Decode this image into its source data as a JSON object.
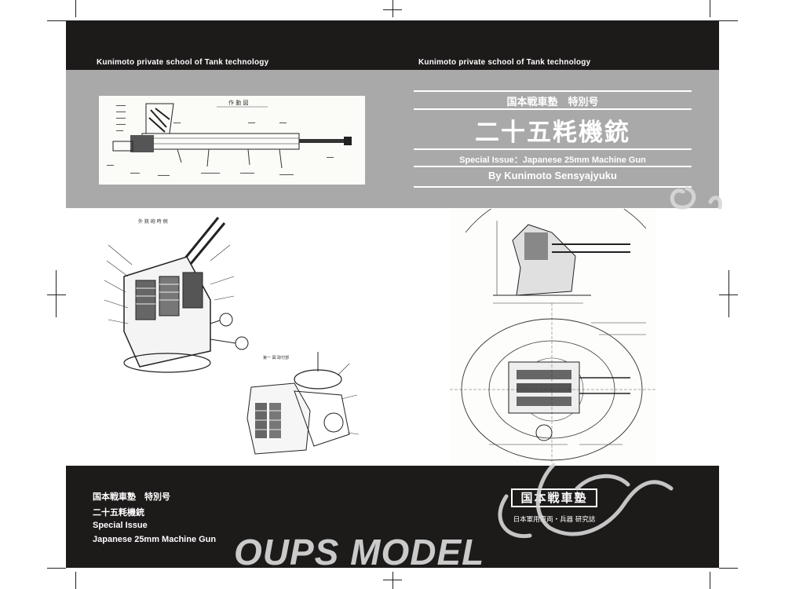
{
  "header": {
    "left_label": "Kunimoto private school of Tank technology",
    "right_label": "Kunimoto private school of Tank technology"
  },
  "title_block": {
    "series": "国本戦車塾　特別号",
    "main_title": "二十五粍機銃",
    "subtitle": "Special Issue：Japanese 25mm Machine Gun",
    "author": "By Kunimoto Sensyajyuku"
  },
  "drawings": {
    "top_drawing_caption": "作 動 図",
    "left_drawing_caption": "外 銃 砲 時 側",
    "small_drawing_caption": "第一 図 取付部"
  },
  "footer": {
    "line1": "国本戦車塾　特別号",
    "line2": "二十五粍機銃",
    "line3": "Special Issue",
    "line4": "Japanese 25mm Machine Gun",
    "seal_text": "国本戦車塾",
    "seal_subtext": "日本軍用車両・兵器 研究誌"
  },
  "watermark": {
    "text": "OUPS MODEL"
  },
  "colors": {
    "dark_band": "#1d1a1a",
    "grey_band": "#a9a9a9",
    "text_light": "#ffffff",
    "watermark": "#d8d8d8"
  }
}
